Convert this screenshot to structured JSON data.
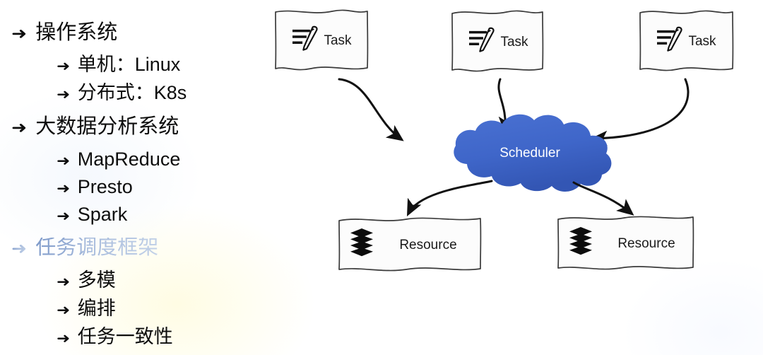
{
  "slide": {
    "background_color": "#ffffff",
    "highlight_color": "#93aad4",
    "cloud_color": "#4068c8",
    "ink_color": "#0d0d0d"
  },
  "outline": {
    "bullet_marker": "➜",
    "items": [
      {
        "level": 1,
        "text": "操作系统",
        "highlighted": false
      },
      {
        "level": 2,
        "text": "单机：Linux",
        "highlighted": false
      },
      {
        "level": 2,
        "text": "分布式：K8s",
        "highlighted": false
      },
      {
        "level": 1,
        "text": "大数据分析系统",
        "highlighted": false
      },
      {
        "level": 2,
        "text": "MapReduce",
        "highlighted": false
      },
      {
        "level": 2,
        "text": "Presto",
        "highlighted": false
      },
      {
        "level": 2,
        "text": "Spark",
        "highlighted": false
      },
      {
        "level": 1,
        "text": "任务调度框架",
        "highlighted": true
      },
      {
        "level": 2,
        "text": "多模",
        "highlighted": false
      },
      {
        "level": 2,
        "text": "编排",
        "highlighted": false
      },
      {
        "level": 2,
        "text": "任务一致性",
        "highlighted": false
      }
    ]
  },
  "diagram": {
    "tasks": [
      {
        "label": "Task",
        "icon": "task-note-pencil-icon"
      },
      {
        "label": "Task",
        "icon": "task-note-pencil-icon"
      },
      {
        "label": "Task",
        "icon": "task-note-pencil-icon"
      }
    ],
    "scheduler": {
      "label": "Scheduler",
      "shape": "cloud"
    },
    "resources": [
      {
        "label": "Resource",
        "icon": "stacked-layers-icon"
      },
      {
        "label": "Resource",
        "icon": "stacked-layers-icon"
      }
    ],
    "connections": [
      {
        "from": "task-1",
        "to": "scheduler"
      },
      {
        "from": "task-2",
        "to": "scheduler"
      },
      {
        "from": "task-3",
        "to": "scheduler"
      },
      {
        "from": "scheduler",
        "to": "resource-1"
      },
      {
        "from": "scheduler",
        "to": "resource-2"
      }
    ]
  }
}
